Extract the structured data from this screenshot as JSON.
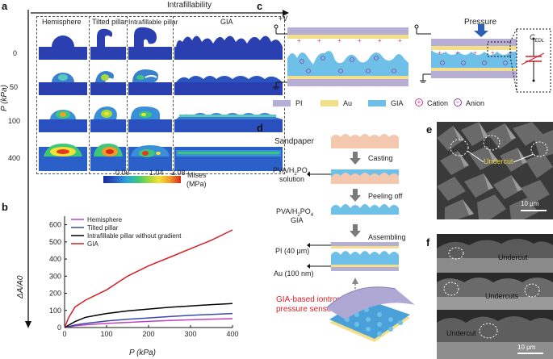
{
  "panels": {
    "a": "a",
    "b": "b",
    "c": "c",
    "d": "d",
    "e": "e",
    "f": "f"
  },
  "panel_a": {
    "top_axis_label": "Intrafillability",
    "columns": [
      "Hemisphere",
      "Tilted pillar",
      "Intrafillable pillar",
      "GIA"
    ],
    "y_axis_label": "P (kPa)",
    "rows": [
      "0",
      "50",
      "100",
      "400"
    ],
    "colorbar": {
      "ticks": [
        "0.00",
        "1.04",
        "2.08"
      ],
      "label_line1": "Mises",
      "label_line2": "(MPa)",
      "colors": [
        "#1a2a9a",
        "#2a5acb",
        "#2aa5d8",
        "#3ec77a",
        "#a8d83a",
        "#f2e23a",
        "#f29a2a",
        "#d8281a"
      ]
    }
  },
  "panel_c": {
    "voltage_label": "+V",
    "pressure_label": "Pressure",
    "capacitor_label": "C",
    "capacitor_sub": "EDL",
    "legend": {
      "pi": "PI",
      "au": "Au",
      "gia": "GIA",
      "cation": "Cation",
      "anion": "Anion",
      "pi_color": "#b7aed6",
      "au_color": "#f3de8a",
      "gia_color": "#6ec0e8",
      "cation_color": "#d4358f",
      "anion_color": "#8a3fa0"
    }
  },
  "panel_d": {
    "steps": {
      "sandpaper": "Sandpaper",
      "casting": "Casting",
      "pva_solution_line1": "PVA/H",
      "pva_solution_line2": "solution",
      "peeling": "Peeling off",
      "pva_gia_line1": "PVA/H",
      "pva_gia_line2": "GIA",
      "assembling": "Assembling",
      "pi_layer": "PI (40 μm)",
      "au_layer": "Au (100 nm)",
      "sensor_line1": "GIA-based iontronic",
      "sensor_line2": "pressure sensor"
    },
    "formula": {
      "h": "2",
      "po": "PO",
      "four": "4"
    },
    "sandpaper_color": "#f4c8ae",
    "gia_color": "#6ec0e8"
  },
  "panel_e": {
    "annotation": "Undercut",
    "scale_bar": "10 μm"
  },
  "panel_f": {
    "annotations": [
      "Undercut",
      "Undercuts",
      "Undercut"
    ],
    "scale_bar": "10 μm"
  },
  "chart_data": {
    "type": "line",
    "title": "",
    "xlabel": "P (kPa)",
    "ylabel": "ΔA/A0",
    "xlim": [
      0,
      400
    ],
    "ylim": [
      0,
      650
    ],
    "xticks": [
      0,
      100,
      200,
      300,
      400
    ],
    "yticks": [
      0,
      100,
      200,
      300,
      400,
      500,
      600
    ],
    "grid": false,
    "legend_position": "top-left",
    "series": [
      {
        "name": "Hemisphere",
        "color": "#c040c0",
        "x": [
          0,
          25,
          50,
          100,
          150,
          200,
          250,
          300,
          350,
          400
        ],
        "y": [
          0,
          10,
          16,
          24,
          30,
          36,
          41,
          45,
          49,
          52
        ]
      },
      {
        "name": "Tilted pillar",
        "color": "#3a4aa8",
        "x": [
          0,
          25,
          50,
          100,
          150,
          200,
          250,
          300,
          350,
          400
        ],
        "y": [
          0,
          15,
          24,
          38,
          48,
          56,
          64,
          71,
          77,
          82
        ]
      },
      {
        "name": "Intrafillable pillar without gradient",
        "color": "#000000",
        "x": [
          0,
          25,
          50,
          100,
          150,
          200,
          250,
          300,
          350,
          400
        ],
        "y": [
          0,
          35,
          60,
          82,
          97,
          108,
          118,
          126,
          134,
          140
        ]
      },
      {
        "name": "GIA",
        "color": "#d61f26",
        "x": [
          0,
          10,
          25,
          50,
          100,
          150,
          200,
          250,
          300,
          350,
          400
        ],
        "y": [
          0,
          60,
          120,
          160,
          220,
          300,
          360,
          410,
          460,
          510,
          570
        ]
      }
    ]
  }
}
